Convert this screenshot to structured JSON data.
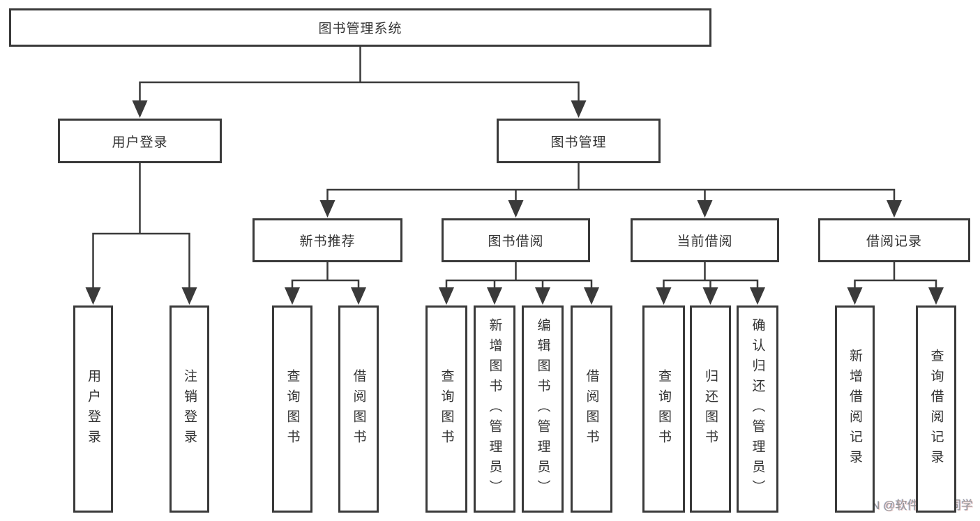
{
  "diagram": {
    "title": "图书管理系统",
    "nodes": [
      {
        "id": "root",
        "label": "图书管理系统"
      },
      {
        "id": "login",
        "label": "用户登录"
      },
      {
        "id": "bookmgmt",
        "label": "图书管理"
      },
      {
        "id": "newbook",
        "label": "新书推荐"
      },
      {
        "id": "borrow",
        "label": "图书借阅"
      },
      {
        "id": "current",
        "label": "当前借阅"
      },
      {
        "id": "records",
        "label": "借阅记录"
      },
      {
        "id": "leaf-login",
        "label": "用户登录"
      },
      {
        "id": "leaf-logout",
        "label": "注销登录"
      },
      {
        "id": "leaf-nb-query",
        "label": "查询图书"
      },
      {
        "id": "leaf-nb-borrow",
        "label": "借阅图书"
      },
      {
        "id": "leaf-b-query",
        "label": "查询图书"
      },
      {
        "id": "leaf-b-add",
        "label": "新增图书（管理员）"
      },
      {
        "id": "leaf-b-edit",
        "label": "编辑图书（管理员）"
      },
      {
        "id": "leaf-b-borrow",
        "label": "借阅图书"
      },
      {
        "id": "leaf-c-query",
        "label": "查询图书"
      },
      {
        "id": "leaf-c-return",
        "label": "归还图书"
      },
      {
        "id": "leaf-c-confirm",
        "label": "确认归还（管理员）"
      },
      {
        "id": "leaf-r-add",
        "label": "新增借阅记录"
      },
      {
        "id": "leaf-r-query",
        "label": "查询借阅记录"
      }
    ],
    "edges": [
      {
        "from": "root",
        "to": [
          "login",
          "bookmgmt"
        ]
      },
      {
        "from": "login",
        "to": [
          "leaf-login",
          "leaf-logout"
        ]
      },
      {
        "from": "bookmgmt",
        "to": [
          "newbook",
          "borrow",
          "current",
          "records"
        ]
      },
      {
        "from": "newbook",
        "to": [
          "leaf-nb-query",
          "leaf-nb-borrow"
        ]
      },
      {
        "from": "borrow",
        "to": [
          "leaf-b-query",
          "leaf-b-add",
          "leaf-b-edit",
          "leaf-b-borrow"
        ]
      },
      {
        "from": "current",
        "to": [
          "leaf-c-query",
          "leaf-c-return",
          "leaf-c-confirm"
        ]
      },
      {
        "from": "records",
        "to": [
          "leaf-r-add",
          "leaf-r-query"
        ]
      }
    ],
    "colors": {
      "line": "#3a3a3a",
      "box_border": "#3a3a3a",
      "text": "#333333",
      "background": "#ffffff",
      "watermark": "#959595"
    }
  },
  "watermark": {
    "text": "CSDN @软件_小贺同学"
  }
}
